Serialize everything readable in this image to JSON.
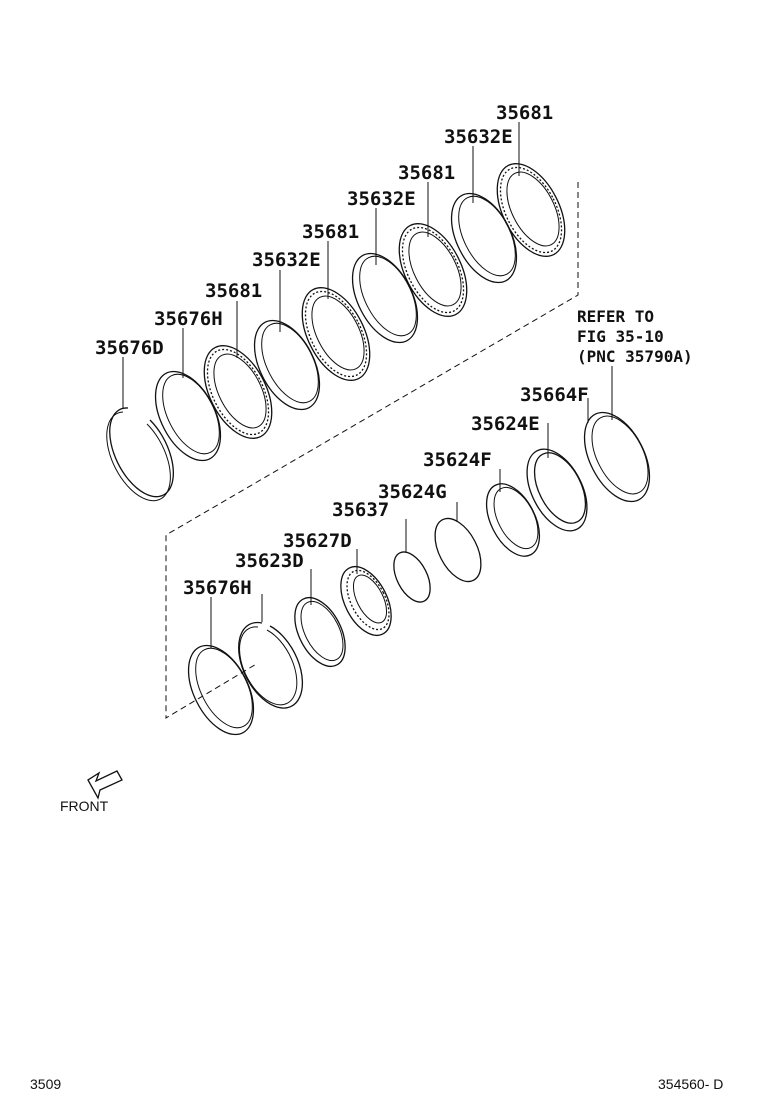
{
  "labels": {
    "p35681_a": "35681",
    "p35632e_a": "35632E",
    "p35681_b": "35681",
    "p35632e_b": "35632E",
    "p35681_c": "35681",
    "p35632e_c": "35632E",
    "p35681_d": "35681",
    "p35676h_upper": "35676H",
    "p35676d": "35676D",
    "p35664f": "35664F",
    "p35624e": "35624E",
    "p35624f": "35624F",
    "p35624g": "35624G",
    "p35637": "35637",
    "p35627d": "35627D",
    "p35623d": "35623D",
    "p35676h_lower": "35676H"
  },
  "reference": {
    "line1": "REFER TO",
    "line2": "FIG 35-10",
    "line3": "(PNC 35790A)"
  },
  "front_label": "FRONT",
  "footer": {
    "left": "3509",
    "right": "354560- D"
  }
}
